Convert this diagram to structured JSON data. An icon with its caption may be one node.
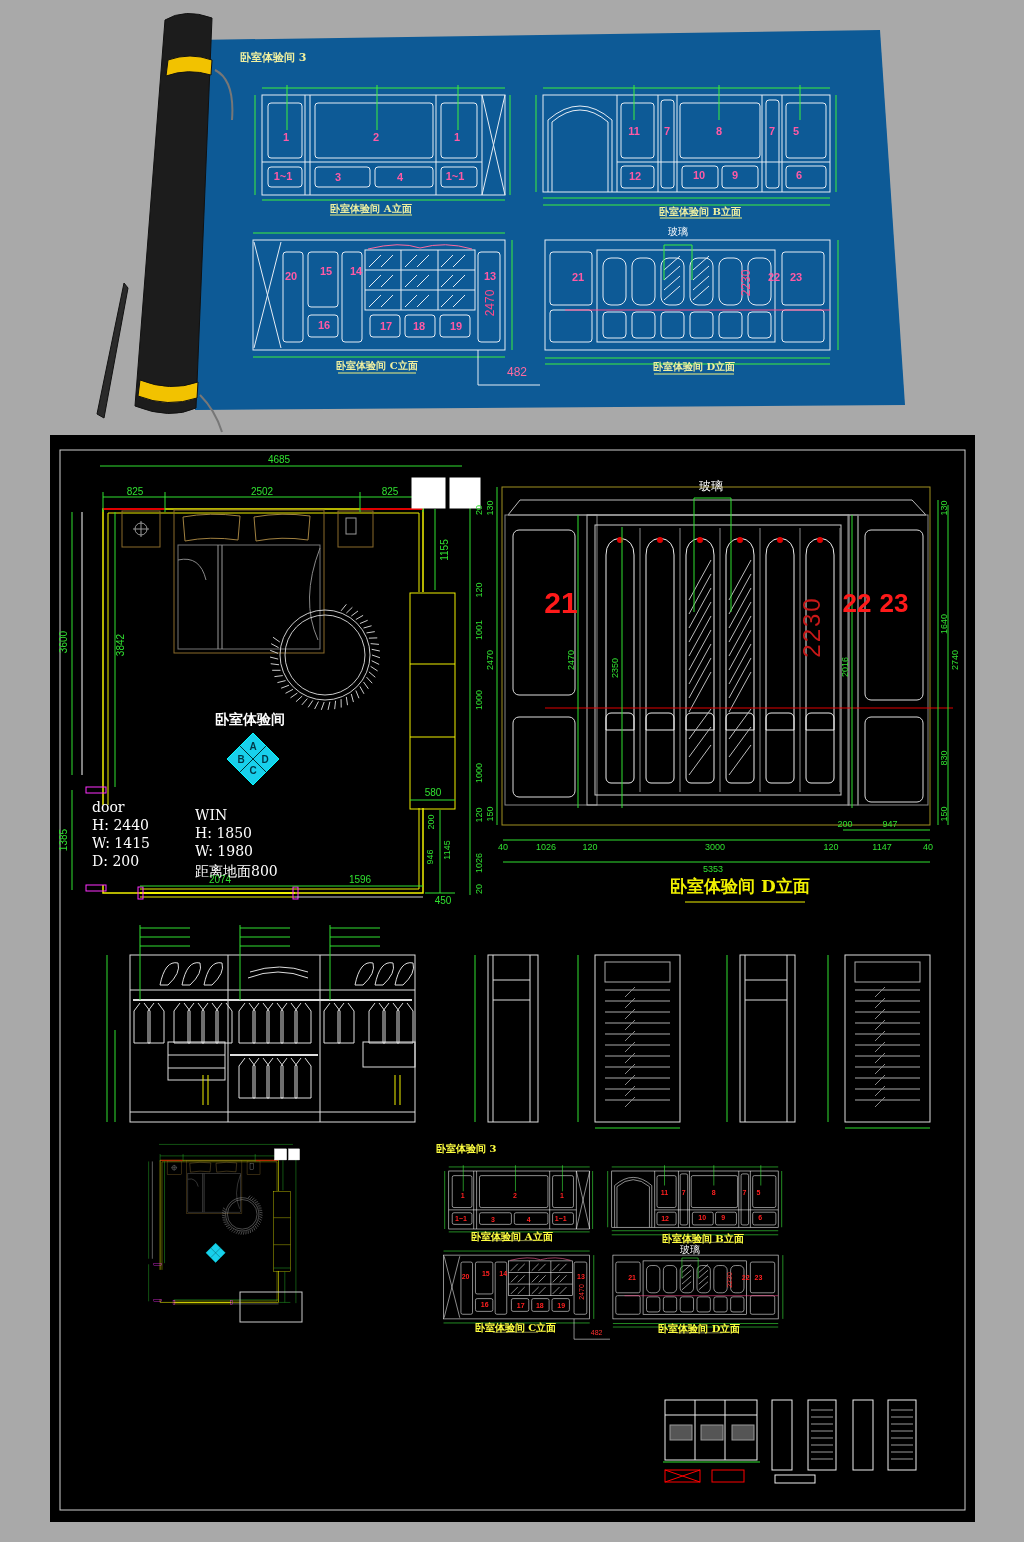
{
  "diagram": {
    "labels": [
      "卧室体验间 3",
      "1",
      "2",
      "1",
      "1~1",
      "3",
      "4",
      "1~1",
      "卧室体验间 A立面",
      "11",
      "7",
      "8",
      "7",
      "5",
      "12",
      "10",
      "9",
      "6",
      "卧室体验间 B立面",
      "20",
      "15",
      "14",
      "13",
      "16",
      "17",
      "18",
      "19",
      "2470",
      "482",
      "卧室体验间 C立面",
      "玻璃",
      "21",
      "22",
      "23",
      "2230",
      "卧室体验间 D立面",
      "卧室体验间 3",
      "1",
      "2",
      "1",
      "1~1",
      "3",
      "4",
      "1~1",
      "卧室体验间 A立面",
      "11",
      "7",
      "8",
      "7",
      "5",
      "12",
      "10",
      "9",
      "6",
      "卧室体验间 B立面",
      "20",
      "15",
      "14",
      "13",
      "16",
      "17",
      "18",
      "19",
      "2470",
      "482",
      "卧室体验间 C立面",
      "玻璃",
      "21",
      "22",
      "23",
      "2230",
      "卧室体验间 D立面",
      "4685",
      "825",
      "2502",
      "825",
      "3600",
      "3842",
      "1155",
      "120",
      "1001",
      "1000",
      "1000",
      "120",
      "580",
      "200",
      "946",
      "1145",
      "1026",
      "20",
      "20",
      "1385",
      "2074",
      "1596",
      "450",
      "卧室体验间",
      "A",
      "B",
      "C",
      "D",
      "door",
      "H: 2440",
      "W: 1415",
      "D: 200",
      "WIN",
      "H: 1850",
      "W: 1980",
      "距离地面800",
      "玻璃",
      "21",
      "22",
      "23",
      "2230",
      "130",
      "2470",
      "2470",
      "2350",
      "2016",
      "130",
      "1640",
      "2740",
      "830",
      "150",
      "150",
      "40",
      "1026",
      "120",
      "3000",
      "120",
      "200",
      "947",
      "1147",
      "40",
      "5353",
      "卧室体验间 D立面"
    ]
  }
}
